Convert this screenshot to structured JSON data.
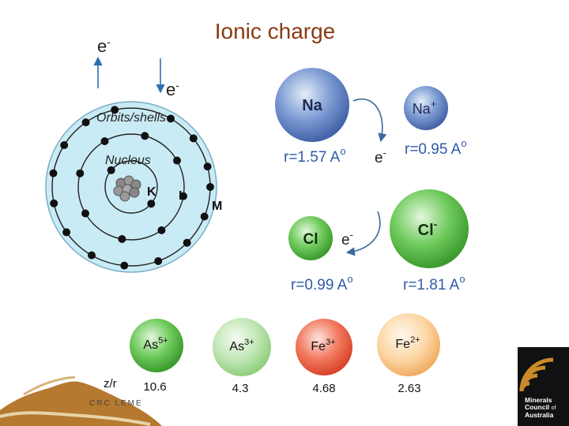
{
  "title": "Ionic charge",
  "atom": {
    "electron_out": "e",
    "electron_out_sup": "-",
    "electron_in": "e",
    "electron_in_sup": "-",
    "orbits_label": "Orbits/shells",
    "nucleus_label": "Nucleus",
    "shell_k": "K",
    "shell_l": "L",
    "shell_m": "M"
  },
  "sodium": {
    "atom_symbol": "Na",
    "ion_symbol": "Na",
    "ion_sup": "+",
    "electron": "e",
    "electron_sup": "-",
    "atom_radius": "r=1.57 A",
    "atom_radius_unit": "o",
    "ion_radius": "r=0.95 A",
    "ion_radius_unit": "o"
  },
  "chlorine": {
    "atom_symbol": "Cl",
    "ion_symbol": "Cl",
    "ion_sup": "-",
    "electron": "e",
    "electron_sup": "-",
    "atom_radius": "r=0.99 A",
    "atom_radius_unit": "o",
    "ion_radius": "r=1.81 A",
    "ion_radius_unit": "o"
  },
  "ions": [
    {
      "symbol": "As",
      "charge": "5+",
      "zr": "10.6",
      "color": "green"
    },
    {
      "symbol": "As",
      "charge": "3+",
      "zr": "4.3",
      "color": "lightgreen"
    },
    {
      "symbol": "Fe",
      "charge": "3+",
      "zr": "4.68",
      "color": "red"
    },
    {
      "symbol": "Fe",
      "charge": "2+",
      "zr": "2.63",
      "color": "orange"
    }
  ],
  "zr_label": "z/r",
  "logos": {
    "crc": "CRC LEME",
    "mca": [
      "Minerals",
      "Council",
      "Australia"
    ],
    "mca_of": "of"
  },
  "colors": {
    "title": "#8B3A12",
    "radius_text": "#2f5aa8",
    "shell_fill": "#c9ebf5",
    "arrow": "#2f6fb0"
  }
}
